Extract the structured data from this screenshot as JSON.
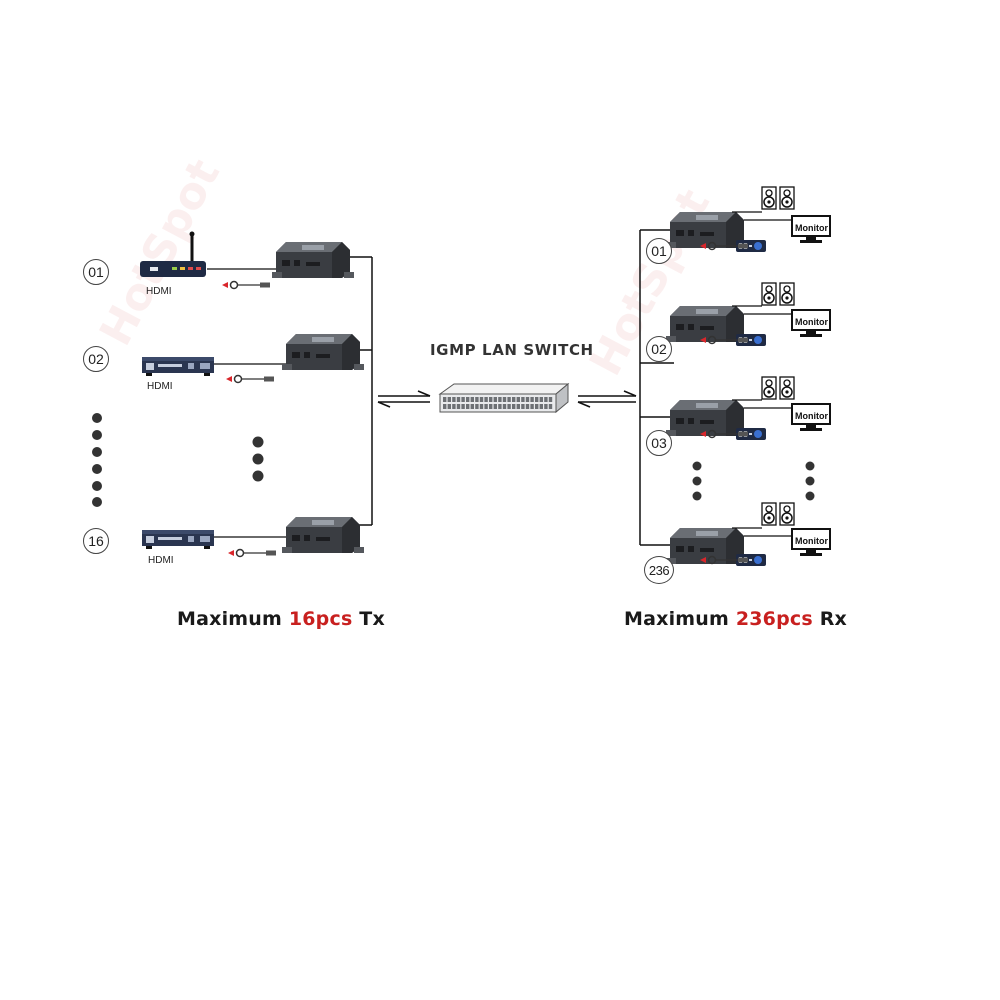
{
  "tx": {
    "sources": [
      {
        "num": "01",
        "label": "HDMI",
        "kind": "router"
      },
      {
        "num": "02",
        "label": "HDMI",
        "kind": "player"
      },
      {
        "num": "16",
        "label": "HDMI",
        "kind": "player"
      }
    ],
    "caption": {
      "prefix": "Maximum ",
      "highlight": "16pcs",
      "suffix": " Tx"
    }
  },
  "switch": {
    "label": "IGMP LAN SWITCH"
  },
  "rx": {
    "units": [
      {
        "num": "01",
        "monitor": "Monitor"
      },
      {
        "num": "02",
        "monitor": "Monitor"
      },
      {
        "num": "03",
        "monitor": "Monitor"
      },
      {
        "num": "236",
        "monitor": "Monitor"
      }
    ],
    "caption": {
      "prefix": "Maximum ",
      "highlight": "236pcs",
      "suffix": " Rx"
    }
  },
  "watermark": {
    "text": "HotSpot"
  },
  "colors": {
    "highlight": "#c8201f",
    "device": "#3c3f45",
    "line": "#1a1a1a"
  }
}
